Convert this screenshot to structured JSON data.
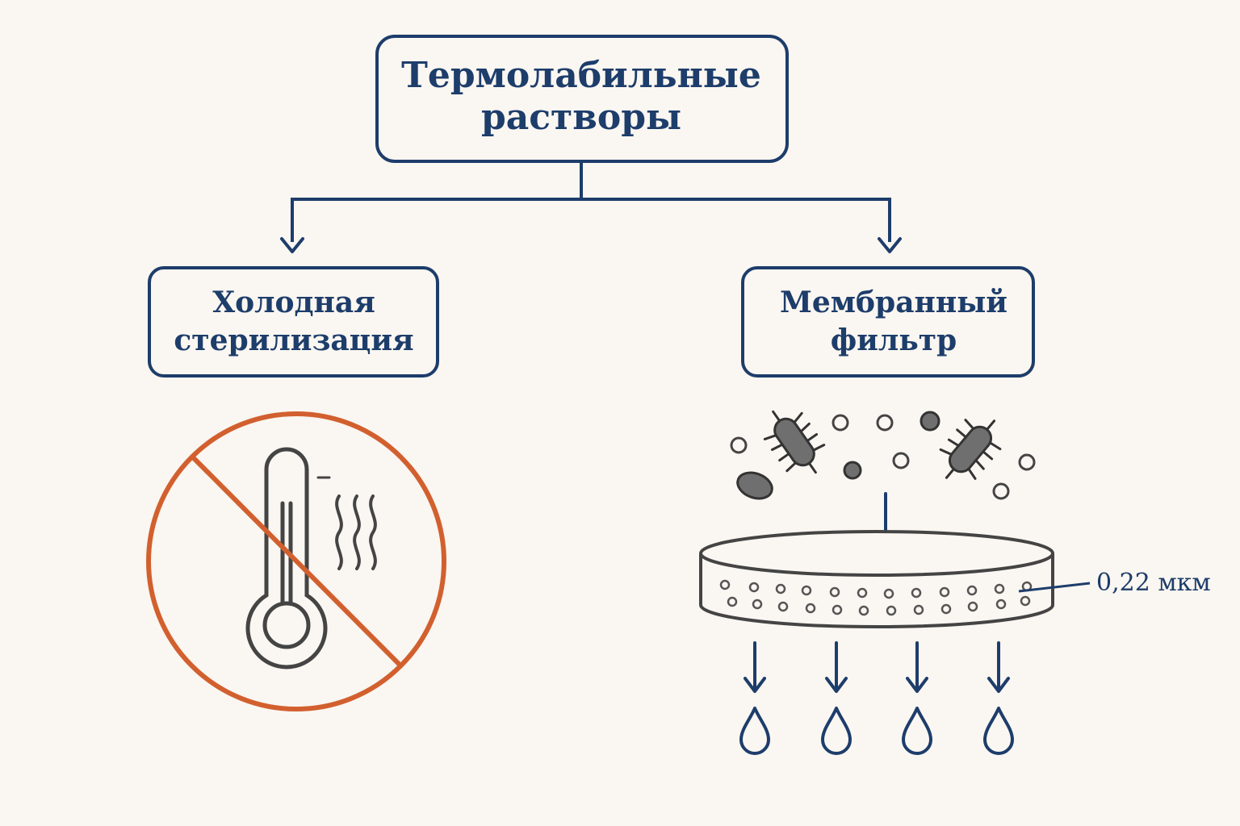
{
  "root": {
    "line1": "Термолабильные",
    "line2": "растворы"
  },
  "left": {
    "line1": "Холодная",
    "line2": "стерилизация"
  },
  "right": {
    "line1": "Мембранный",
    "line2": "фильтр"
  },
  "pore_size": "0,22 мкм",
  "colors": {
    "navy": "#1d3d6b",
    "forbidden": "#d2602f",
    "ink": "#444444",
    "background": "#faf6f1"
  },
  "icons": [
    "no-heat-icon",
    "thermometer-icon",
    "heat-waves-icon",
    "bacteria-icon",
    "particle-icon",
    "membrane-filter-icon",
    "droplet-icon"
  ]
}
